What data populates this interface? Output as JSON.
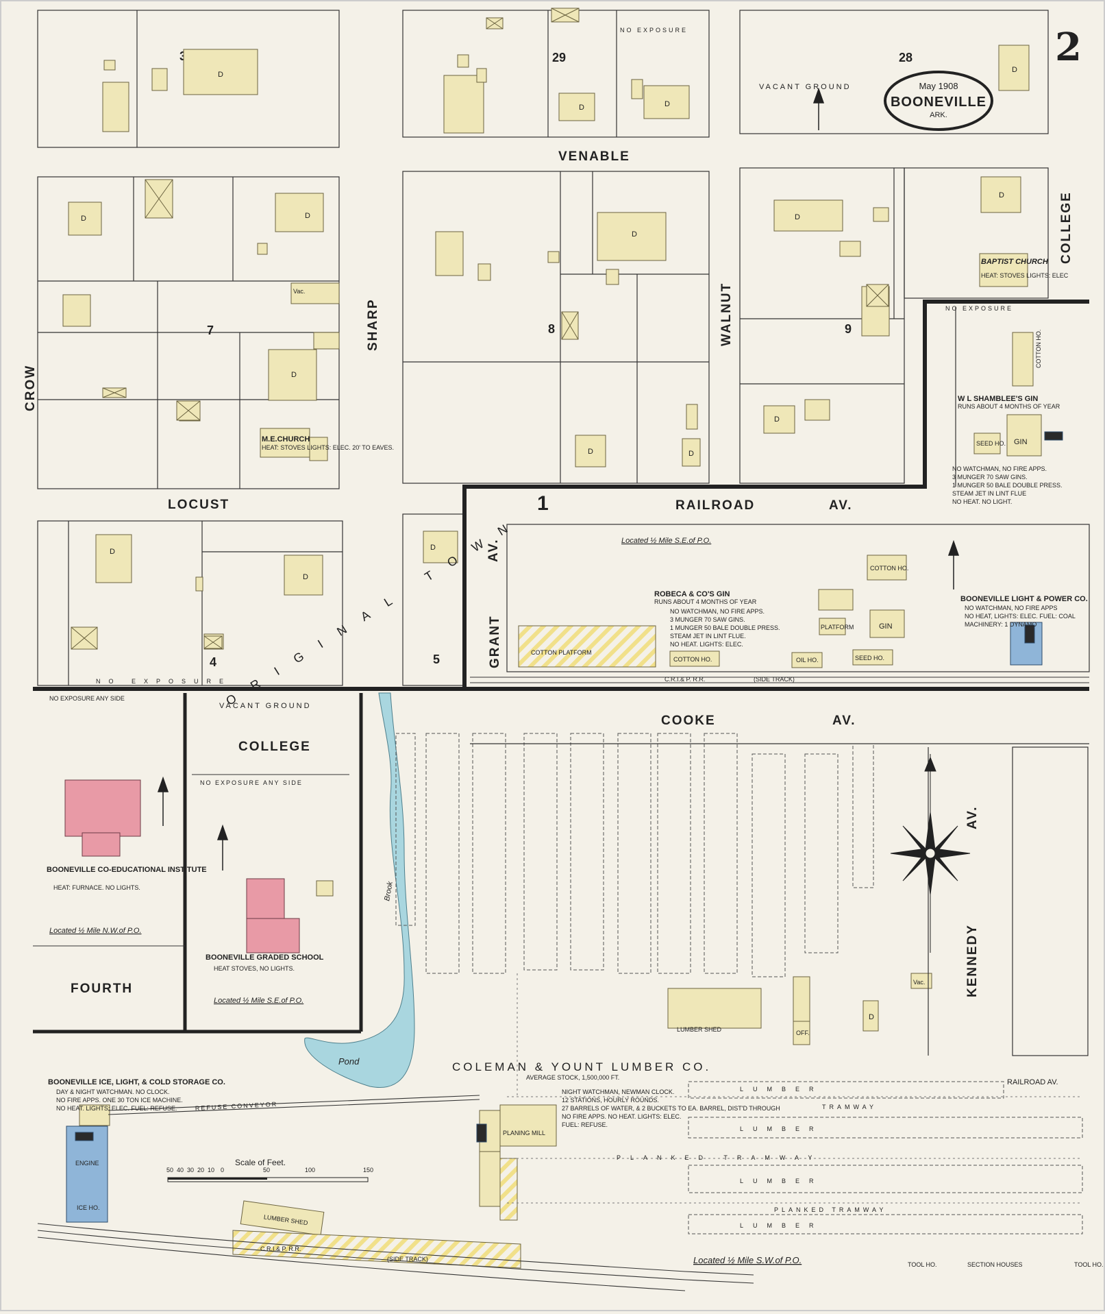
{
  "sheet": {
    "number": "2",
    "date": "May 1908",
    "town": "BOONEVILLE",
    "state": "ARK."
  },
  "streets": {
    "venable": "VENABLE",
    "locust": "LOCUST",
    "sharp": "SHARP",
    "walnut": "WALNUT",
    "crow": "CROW",
    "college_top": "COLLEGE",
    "railroad_av": "RAILROAD",
    "railroad_av_suffix": "AV.",
    "grant": "GRANT",
    "grant_suffix": "AV.",
    "cooke": "COOKE",
    "cooke_suffix": "AV.",
    "college_bottom": "COLLEGE",
    "fourth": "FOURTH",
    "kennedy": "KENNEDY",
    "kennedy_suffix": "AV.",
    "railroad_av_small": "RAILROAD AV.",
    "original_town": "ORIGINAL TOWN"
  },
  "blocks": [
    "30",
    "29",
    "28",
    "7",
    "8",
    "9",
    "4",
    "5",
    "1"
  ],
  "labels": {
    "vacant_ground": "VACANT GROUND",
    "vacant_ground_2": "VACANT GROUND",
    "no_exposure": "NO EXPOSURE",
    "no_exposure_any_side": "NO EXPOSURE ANY SIDE",
    "me_church": "M.E.CHURCH",
    "me_church_note": "HEAT: STOVES LIGHTS: ELEC. 20' TO EAVES.",
    "baptist_church": "BAPTIST CHURCH",
    "baptist_note": "HEAT: STOVES LIGHTS: ELEC",
    "shamblee_gin": "W L SHAMBLEE'S GIN",
    "shamblee_runs": "RUNS ABOUT 4 MONTHS OF YEAR",
    "shamblee_notes": [
      "NO WATCHMAN, NO FIRE APPS.",
      "3 MUNGER 70 SAW GINS.",
      "1 MUNGER 50 BALE DOUBLE PRESS.",
      "STEAM JET IN LINT FLUE",
      "NO HEAT. NO LIGHT."
    ],
    "robeca_gin": "ROBECA & CO'S GIN",
    "robeca_runs": "RUNS ABOUT 4 MONTHS OF YEAR",
    "robeca_notes": [
      "NO WATCHMAN, NO FIRE APPS.",
      "3 MUNGER 70 SAW GINS.",
      "1 MUNGER 50 BALE DOUBLE PRESS.",
      "STEAM JET IN LINT FLUE.",
      "NO HEAT. LIGHTS: ELEC."
    ],
    "located_se_po": "Located ½ Mile S.E.of P.O.",
    "light_power": "BOONEVILLE LIGHT & POWER CO.",
    "light_power_notes": [
      "NO WATCHMAN, NO FIRE APPS",
      "NO HEAT, LIGHTS: ELEC. FUEL: COAL",
      "MACHINERY: 1 DYNAMO"
    ],
    "cotton_platform": "COTTON PLATFORM",
    "cotton_ho": "COTTON HO.",
    "gin": "GIN",
    "seed_ho": "SEED HO.",
    "oil_ho": "OIL HO.",
    "platform": "PLATFORM",
    "crip_rr": "C.R.I.& P. R.R.",
    "side_track": "(SIDE TRACK)",
    "institute": "BOONEVILLE CO-EDUCATIONAL INSTITUTE",
    "institute_note": "HEAT: FURNACE. NO LIGHTS.",
    "located_nw_po": "Located ½ Mile N.W.of P.O.",
    "graded_school": "BOONEVILLE GRADED SCHOOL",
    "graded_note": "HEAT STOVES, NO LIGHTS.",
    "located_se_po_2": "Located ½ Mile S.E.of P.O.",
    "brook": "Brook",
    "pond": "Pond",
    "lumber": "LUMBER",
    "tramway": "TRAMWAY",
    "planked_tramway": "PLANKED TRAMWAY",
    "coleman": "COLEMAN & YOUNT LUMBER CO.",
    "coleman_stock": "AVERAGE STOCK, 1,500,000 FT.",
    "coleman_notes": [
      "NIGHT WATCHMAN, NEWMAN CLOCK.",
      "12 STATIONS, HOURLY ROUNDS.",
      "27 BARRELS OF WATER, & 2 BUCKETS TO EA. BARREL, DIST'D THROUGH",
      "NO FIRE APPS. NO HEAT. LIGHTS: ELEC.",
      "FUEL: REFUSE."
    ],
    "planing_mill": "PLANING MILL",
    "lumber_shed": "LUMBER SHED",
    "ice_co": "BOONEVILLE ICE, LIGHT, & COLD STORAGE CO.",
    "ice_notes": [
      "DAY & NIGHT WATCHMAN. NO CLOCK.",
      "NO FIRE APPS. ONE 30 TON ICE MACHINE.",
      "NO HEAT. LIGHTS: ELEC. FUEL: REFUSE."
    ],
    "refuse_conveyor": "REFUSE CONVEYOR",
    "engine": "ENGINE",
    "ice_ho": "ICE HO.",
    "scale_of_feet": "Scale of Feet.",
    "scale_ticks": [
      "50",
      "40",
      "30",
      "20",
      "10",
      "0",
      "50",
      "100",
      "150"
    ],
    "located_sw_po": "Located ½ Mile S.W.of P.O.",
    "section_houses": "SECTION HOUSES",
    "tool_ho": "TOOL HO.",
    "vac": "Vac.",
    "off": "OFF.",
    "d": "D"
  },
  "colors": {
    "paper": "#f4f1e8",
    "frame": "#f7f5ee",
    "frame_fill": "#efe7b8",
    "brick": "#e89aa6",
    "stone": "#8fb5d8",
    "water": "#a9d6df",
    "line": "#222222"
  }
}
